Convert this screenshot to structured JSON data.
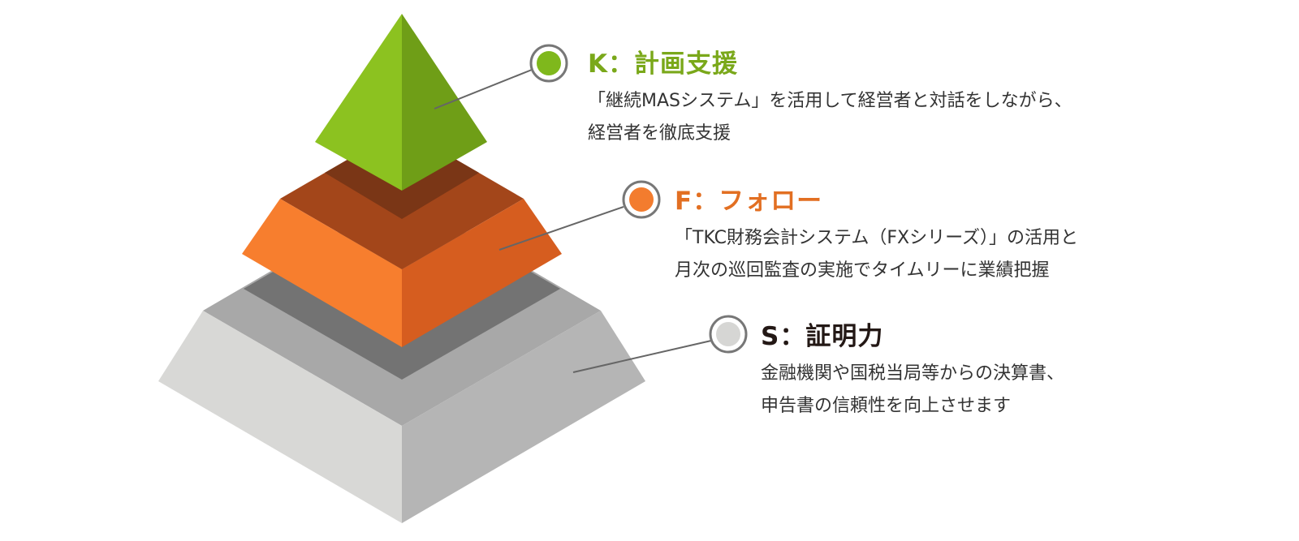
{
  "colors": {
    "k_accent": "#7aa81a",
    "f_accent": "#e26f22",
    "s_accent": "#231815",
    "marker_ring": "#777777",
    "leader_line": "#666666"
  },
  "tiers": {
    "k": {
      "title": "K：計画支援",
      "desc_line1": "「継続MASシステム」を活用して経営者と対話をしながら、",
      "desc_line2": "経営者を徹底支援"
    },
    "f": {
      "title": "F：フォロー",
      "desc_line1": "「TKC財務会計システム（FXシリーズ）」の活用と",
      "desc_line2": "月次の巡回監査の実施でタイムリーに業績把握"
    },
    "s": {
      "title": "S：証明力",
      "desc_line1": "金融機関や国税当局等からの決算書、",
      "desc_line2": "申告書の信頼性を向上させます"
    }
  }
}
